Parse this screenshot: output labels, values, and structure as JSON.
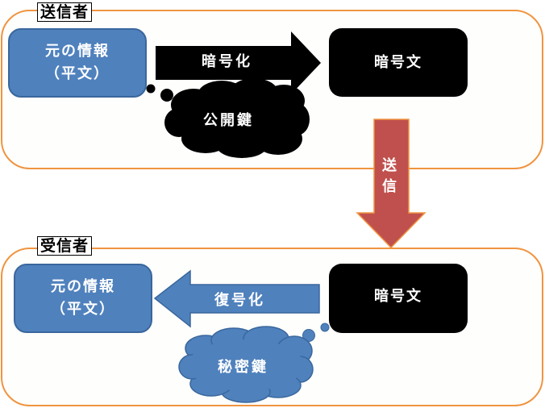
{
  "sender": {
    "label": "送信者",
    "plaintext_line1": "元の情報",
    "plaintext_line2": "（平文）",
    "encrypt_label": "暗号化",
    "public_key_label": "公開鍵",
    "ciphertext_label": "暗号文"
  },
  "transmit": {
    "label_char1": "送",
    "label_char2": "信"
  },
  "receiver": {
    "label": "受信者",
    "plaintext_line1": "元の情報",
    "plaintext_line2": "（平文）",
    "decrypt_label": "復号化",
    "private_key_label": "秘密鍵",
    "ciphertext_label": "暗号文"
  },
  "colors": {
    "panel_border": "#f09440",
    "blue": "#4f81bd",
    "blue_border": "#3a679d",
    "send_arrow": "#c0504d",
    "black": "#000000"
  }
}
